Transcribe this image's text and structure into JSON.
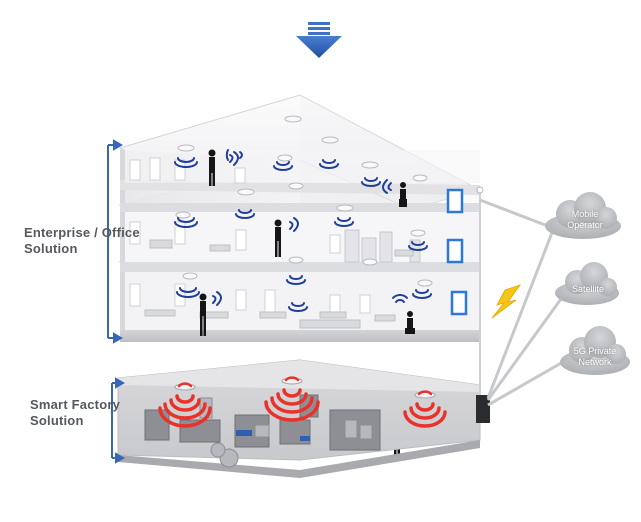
{
  "labels": {
    "enterprise": [
      "Enterprise / Office",
      "Solution"
    ],
    "factory": [
      "Smart Factory",
      "Solution"
    ]
  },
  "clouds": [
    {
      "lines": [
        "Mobile",
        "Operator"
      ]
    },
    {
      "lines": [
        "Satellite"
      ]
    },
    {
      "lines": [
        "5G Private",
        "Network"
      ]
    }
  ],
  "colors": {
    "arrow": "#2e5fb4",
    "bracket": "#3a66b8",
    "wifi_signal": "#1f3f9a",
    "factory_signal": "#e8322a",
    "lightning": "#f5c518",
    "cloud": "#b9bcbf"
  },
  "icons": {
    "down_arrow": "down-arrow-icon",
    "lightning": "lightning-icon",
    "wifi": "wifi-signal-icon",
    "cloud": "cloud-icon"
  }
}
